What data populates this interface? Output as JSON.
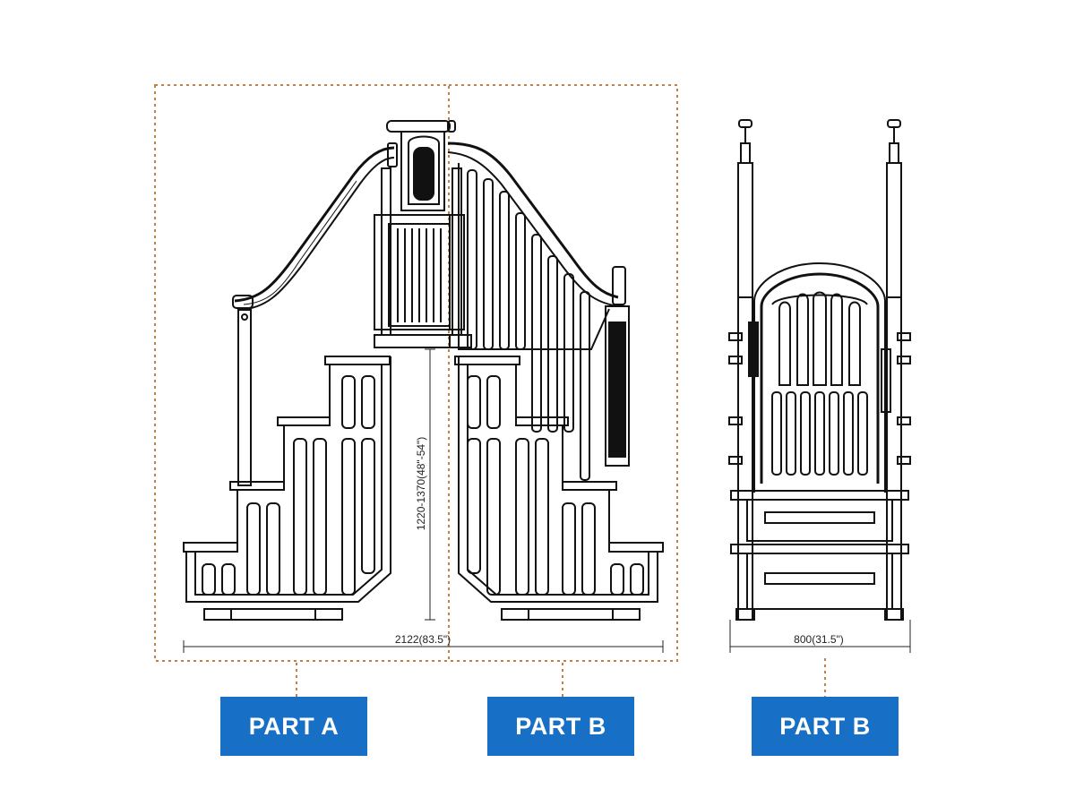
{
  "labels": {
    "part_a": "PART A",
    "part_b_side": "PART B",
    "part_b_front": "PART B"
  },
  "dimensions": {
    "width_side": "2122(83.5\")",
    "height_side": "1220-1370(48\"-54\")",
    "width_front": "800(31.5\")"
  },
  "colors": {
    "label_bg": "#1770c6",
    "label_text": "#ffffff",
    "dotted_frame": "#c08048",
    "line_art": "#111111"
  }
}
